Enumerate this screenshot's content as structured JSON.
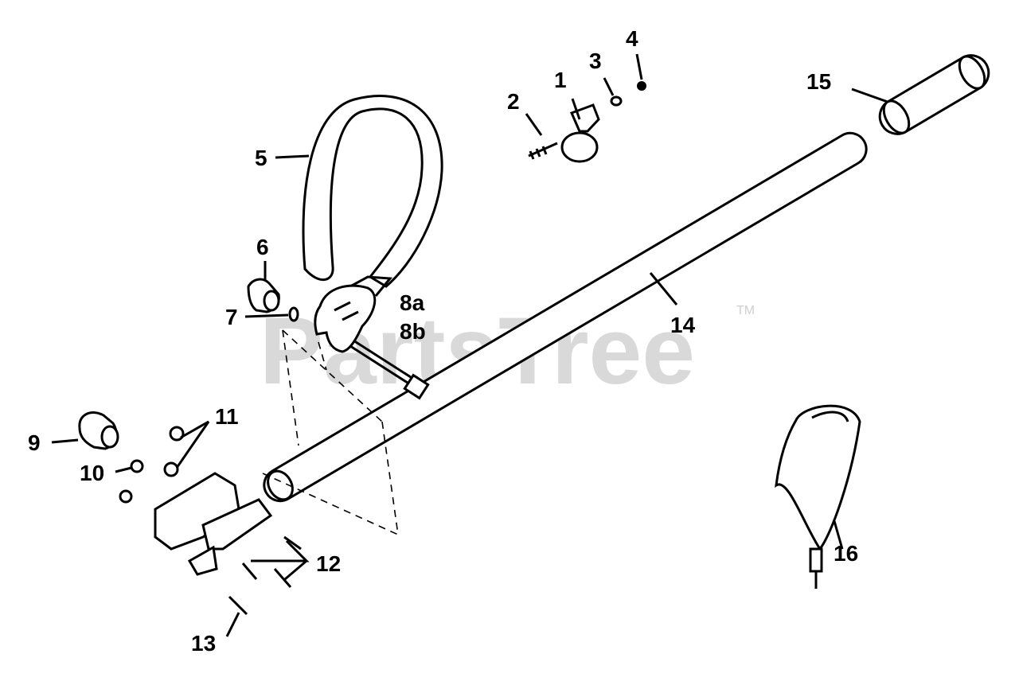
{
  "watermark": {
    "text": "PartsTree",
    "trademark": "TM"
  },
  "callouts": {
    "c1": "1",
    "c2": "2",
    "c3": "3",
    "c4": "4",
    "c5": "5",
    "c6": "6",
    "c7": "7",
    "c8a": "8a",
    "c8b": "8b",
    "c9": "9",
    "c10": "10",
    "c11": "11",
    "c12": "12",
    "c13": "13",
    "c14": "14",
    "c15": "15",
    "c16": "16"
  }
}
